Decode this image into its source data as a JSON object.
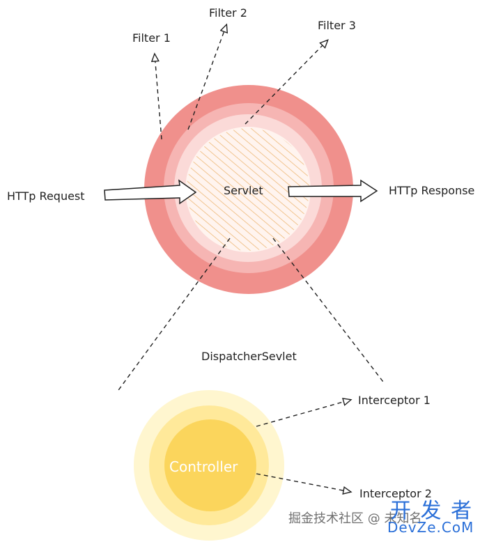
{
  "labels": {
    "filter1": "Filter 1",
    "filter2": "Filter 2",
    "filter3": "Filter 3",
    "request": "HTTp Request",
    "response": "HTTp Response",
    "servlet": "Servlet",
    "dispatcher": "DispatcherSevlet",
    "interceptor1": "Interceptor 1",
    "interceptor2": "Interceptor 2",
    "controller": "Controller"
  },
  "watermark": {
    "community": "掘金技术社区 @ 未知名",
    "brand_cn": "开 发 者",
    "brand_en": "DevZe.CoM"
  },
  "colors": {
    "servlet_outer": "#f0908c",
    "servlet_mid": "#f6b5b3",
    "servlet_inner": "#fbdad8",
    "servlet_core": "#fff4ef",
    "hatch": "#f1c48f",
    "controller_outer": "#fff6cf",
    "controller_mid": "#ffe99a",
    "controller_core": "#fbd55c",
    "brand": "#2a6fd8"
  }
}
